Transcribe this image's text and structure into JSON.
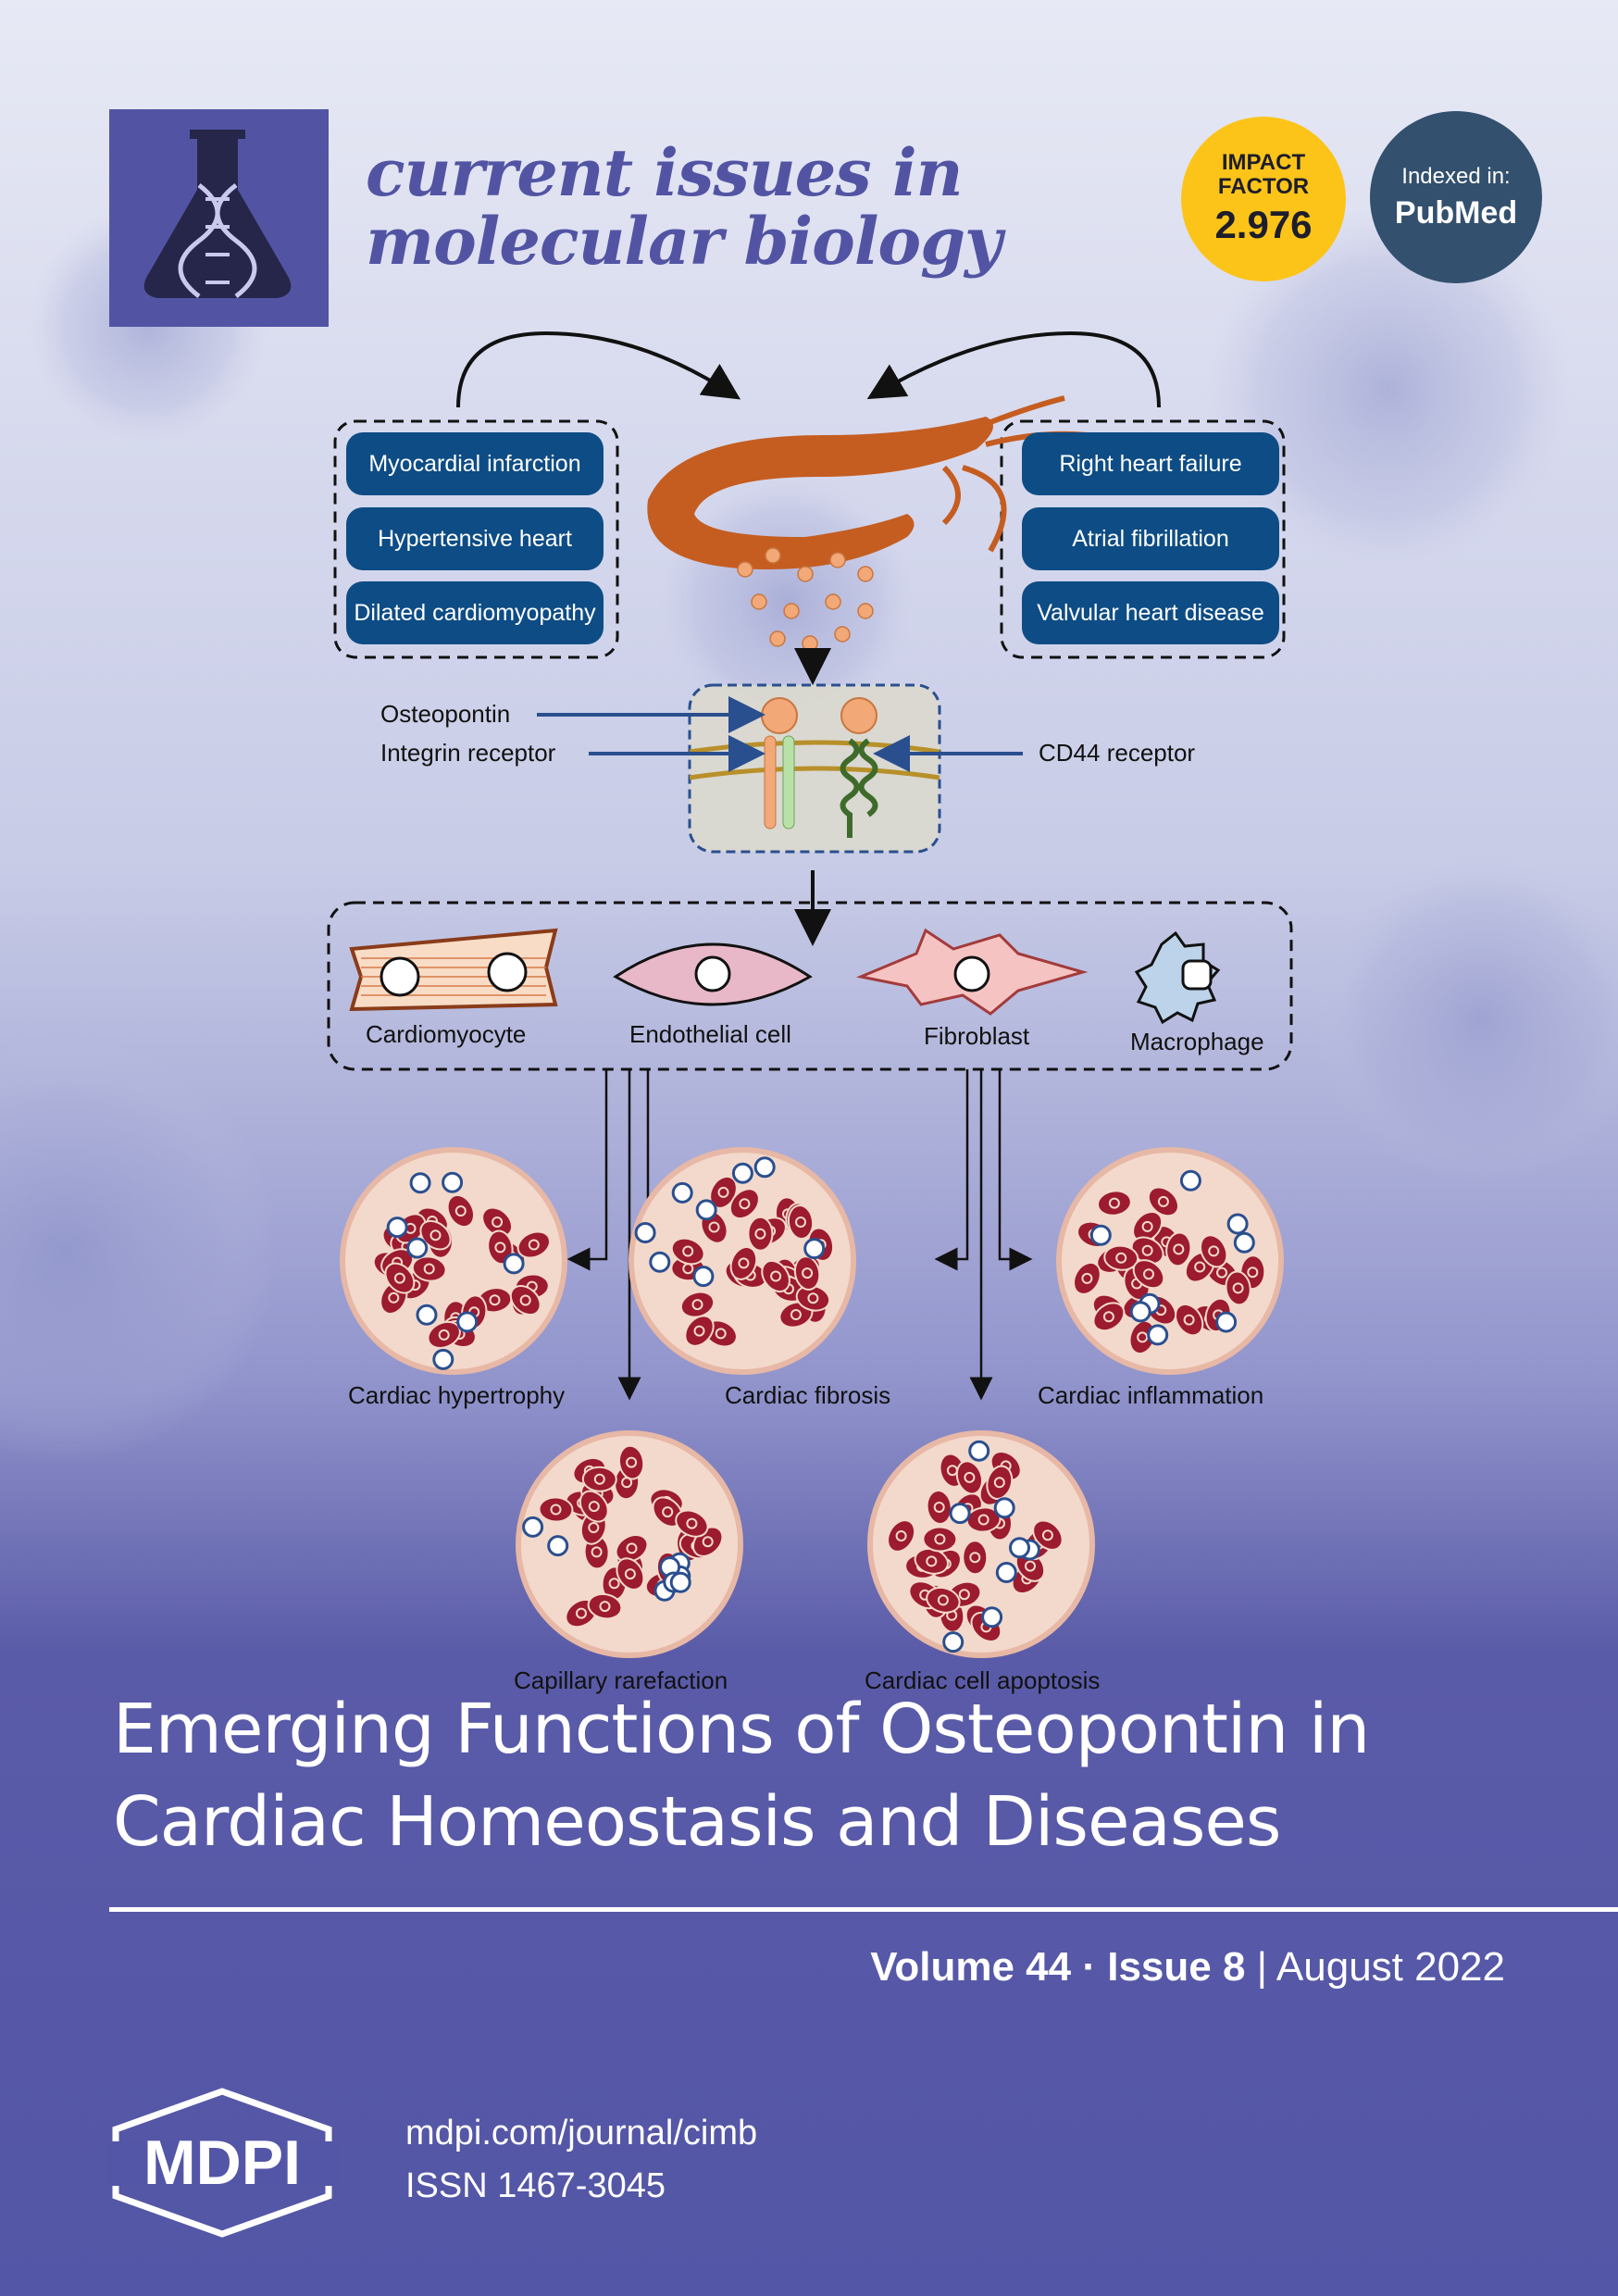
{
  "journal": {
    "title_line1": "current issues in",
    "title_line2": "molecular biology"
  },
  "badges": {
    "impact_label_1": "IMPACT",
    "impact_label_2": "FACTOR",
    "impact_value": "2.976",
    "indexed_label": "Indexed in:",
    "indexed_value": "PubMed"
  },
  "diagram": {
    "left_conditions": [
      "Myocardial infarction",
      "Hypertensive heart",
      "Dilated cardiomyopathy"
    ],
    "right_conditions": [
      "Right heart failure",
      "Atrial fibrillation",
      "Valvular heart disease"
    ],
    "labels": {
      "osteopontin": "Osteopontin",
      "integrin": "Integrin receptor",
      "cd44": "CD44 receptor"
    },
    "cells": [
      "Cardiomyocyte",
      "Endothelial cell",
      "Fibroblast",
      "Macrophage"
    ],
    "outcomes": [
      "Cardiac hypertrophy",
      "Cardiac fibrosis",
      "Cardiac inflammation",
      "Capillary rarefaction",
      "Cardiac cell apoptosis"
    ]
  },
  "article": {
    "title_line1": "Emerging Functions of Osteopontin in",
    "title_line2": "Cardiac Homeostasis and Diseases"
  },
  "issue": {
    "volume": "Volume 44",
    "sep": " · ",
    "issue": "Issue 8",
    "bar": " | ",
    "date": "August 2022"
  },
  "publisher": {
    "name": "MDPI",
    "url": "mdpi.com/journal/cimb",
    "issn": "ISSN 1467-3045"
  },
  "colors": {
    "accent": "#5254a3",
    "pill": "#0e4c85",
    "impact": "#fcc419",
    "pubmed": "#33506e",
    "tissue": "#9c1b2e"
  }
}
